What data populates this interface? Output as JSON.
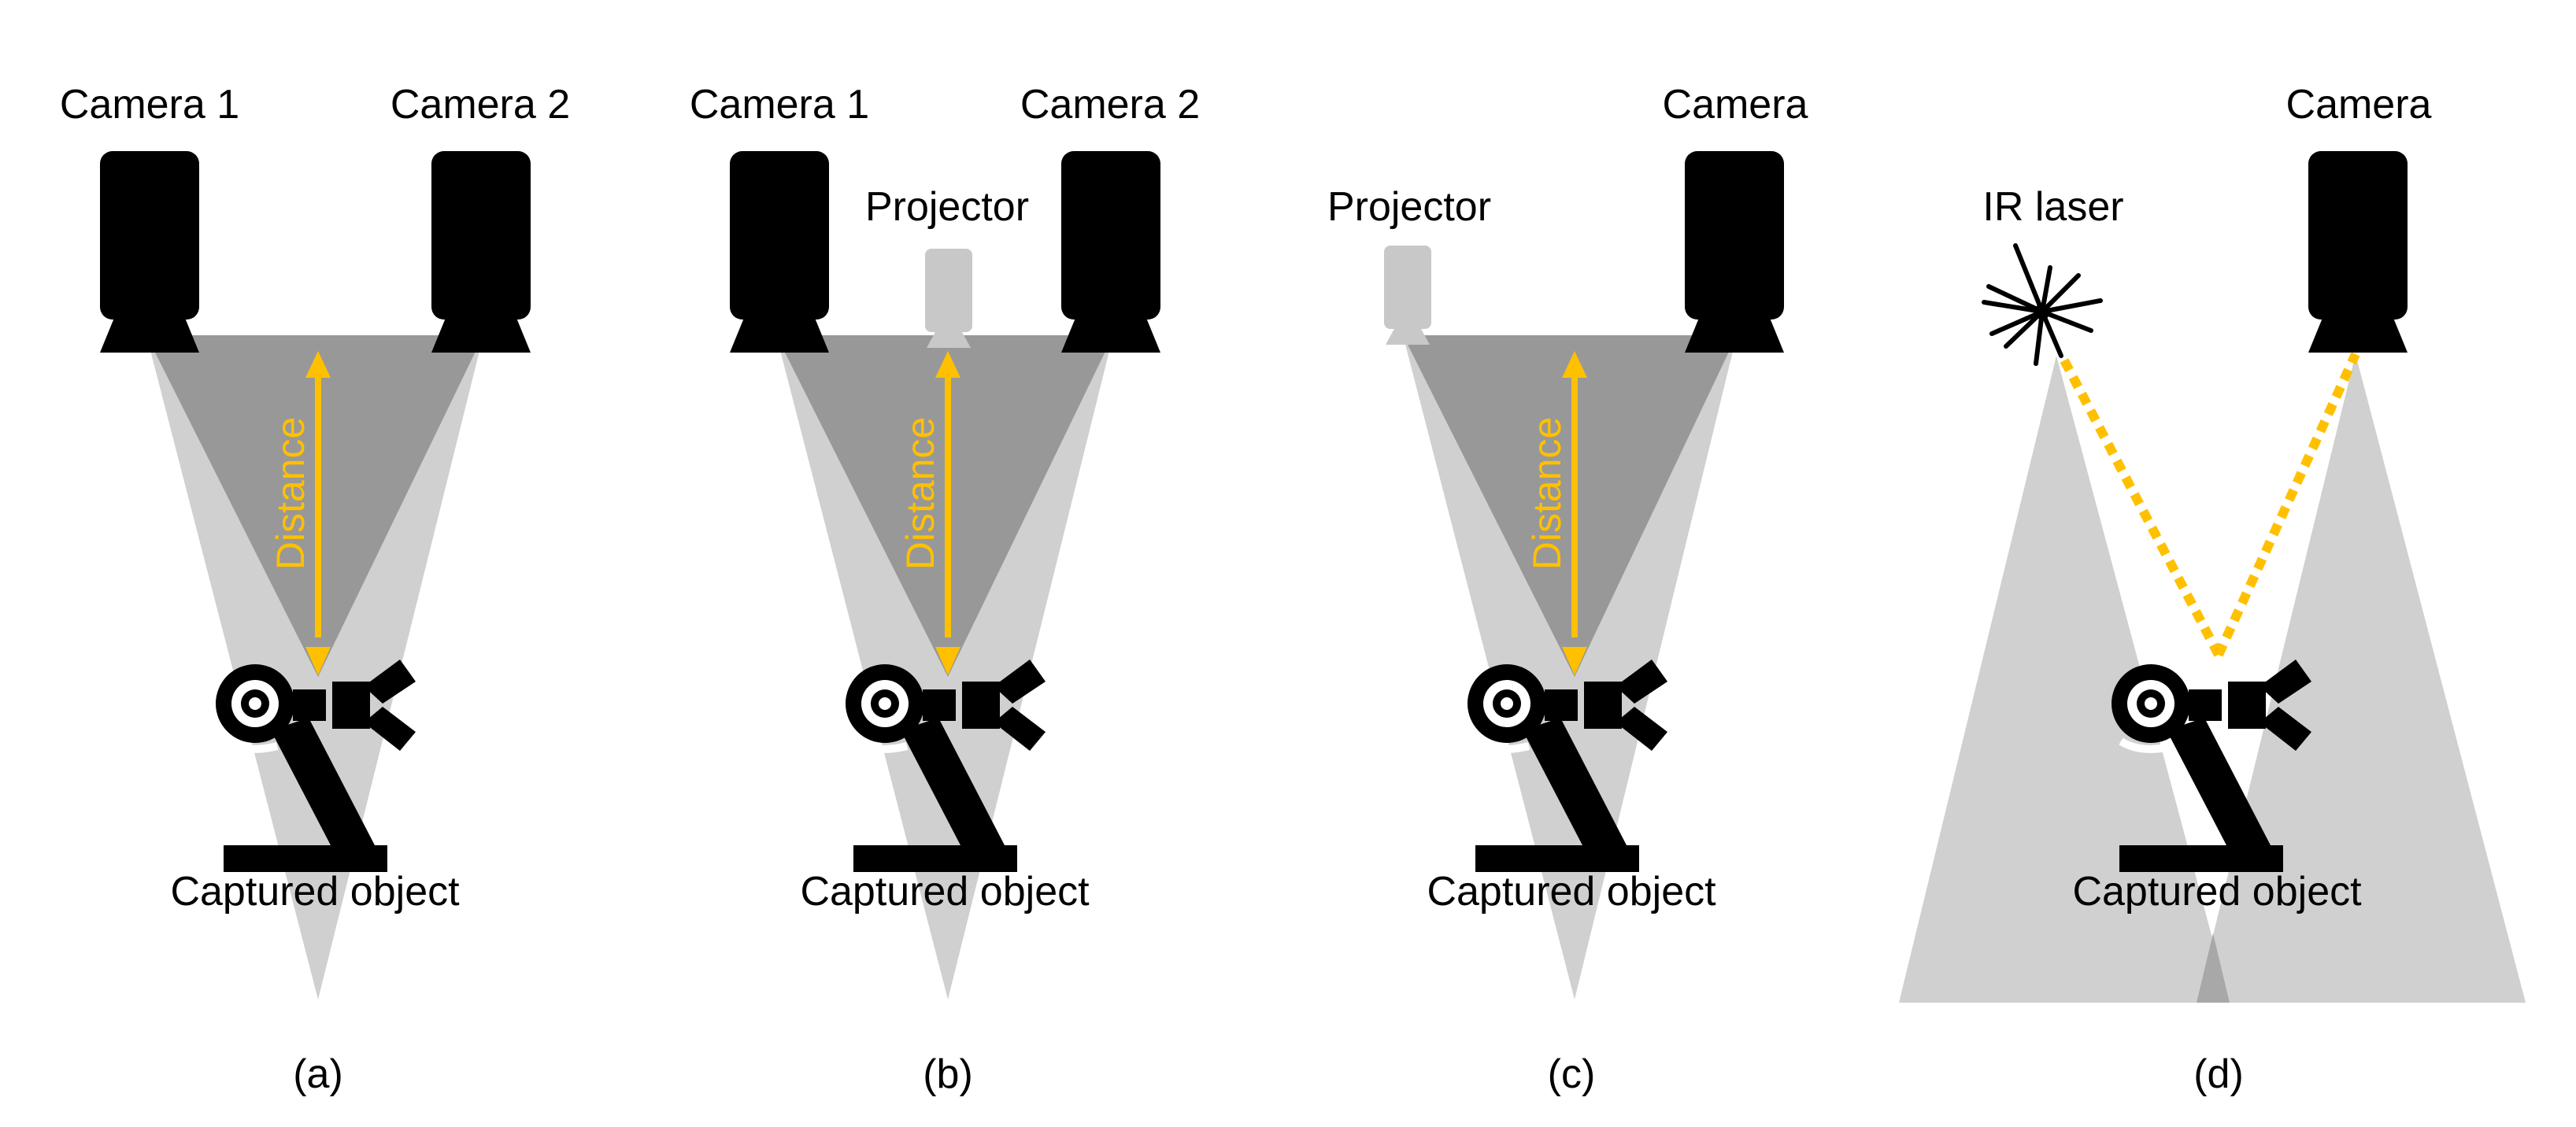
{
  "colors": {
    "cone_light": "#d0d0d0",
    "cone_dark": "#989898",
    "overlap": "#a8a8a8",
    "camera": "#000000",
    "projector": "#c8c8c8",
    "accent": "#FFC000",
    "robot": "#000000"
  },
  "panels": [
    {
      "id": "a",
      "caption": "(a)",
      "camera1_label": "Camera 1",
      "camera2_label": "Camera 2",
      "distance_label": "Distance",
      "object_label": "Captured object"
    },
    {
      "id": "b",
      "caption": "(b)",
      "camera1_label": "Camera 1",
      "camera2_label": "Camera 2",
      "projector_label": "Projector",
      "distance_label": "Distance",
      "object_label": "Captured object"
    },
    {
      "id": "c",
      "caption": "(c)",
      "camera_label": "Camera",
      "projector_label": "Projector",
      "distance_label": "Distance",
      "object_label": "Captured object"
    },
    {
      "id": "d",
      "caption": "(d)",
      "camera_label": "Camera",
      "laser_label": "IR laser",
      "object_label": "Captured object"
    }
  ],
  "icons": {
    "camera": "camera-icon",
    "projector": "projector-icon",
    "laser": "ir-laser-starburst-icon",
    "robot": "robot-arm-icon"
  }
}
